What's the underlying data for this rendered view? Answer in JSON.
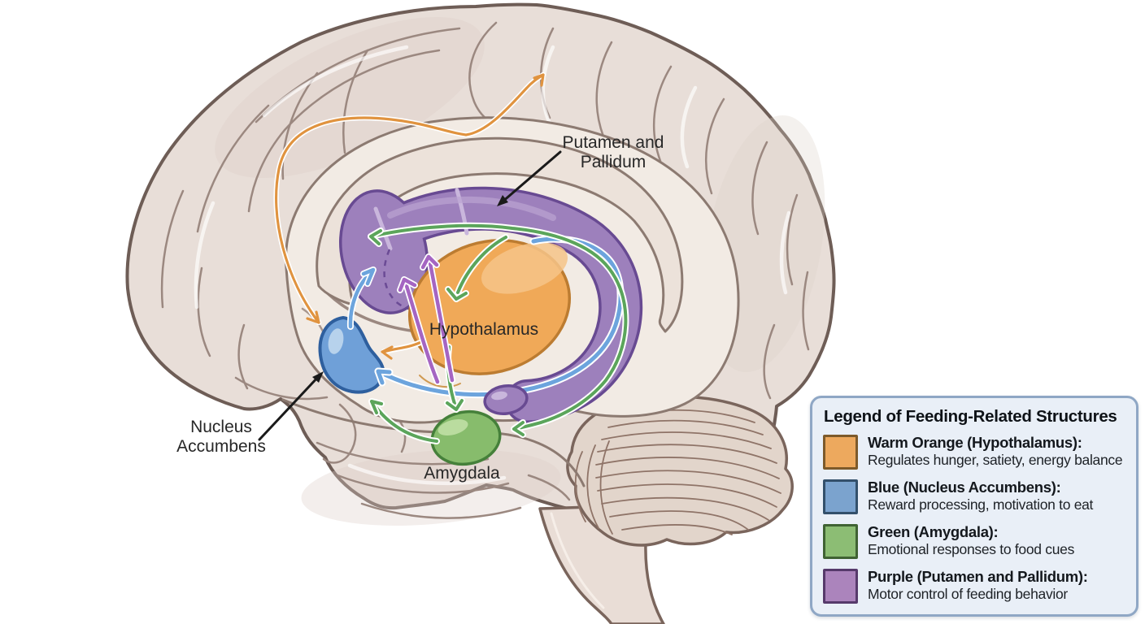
{
  "diagram": {
    "labels": {
      "putamen_pallidum": {
        "line1": "Putamen and",
        "line2": "Pallidum"
      },
      "hypothalamus": "Hypothalamus",
      "nucleus_accumbens": {
        "line1": "Nucleus",
        "line2": "Accumbens"
      },
      "amygdala": "Amygdala"
    },
    "structure_colors": {
      "hypothalamus": "#f0a958",
      "nucleus_accumbens": "#6fa0d8",
      "amygdala": "#87bc6c",
      "putamen_pallidum": "#9d80bc"
    },
    "arrow_colors": {
      "orange": "#e0933f",
      "blue": "#6ca4dd",
      "green": "#5ba55b",
      "purple": "#a565c2",
      "black": "#1a1a1a"
    }
  },
  "legend": {
    "title": "Legend of Feeding-Related Structures",
    "entries": [
      {
        "name": "Warm Orange (Hypothalamus):",
        "desc": "Regulates hunger, satiety, energy balance",
        "color": "#eda95e",
        "border": "#7d5a2a"
      },
      {
        "name": "Blue (Nucleus Accumbens):",
        "desc": "Reward processing, motivation to eat",
        "color": "#7ba3ce",
        "border": "#33506b"
      },
      {
        "name": "Green (Amygdala):",
        "desc": "Emotional responses to food cues",
        "color": "#8cbd74",
        "border": "#3f6233"
      },
      {
        "name": "Purple (Putamen and Pallidum):",
        "desc": "Motor control of feeding behavior",
        "color": "#ab84bc",
        "border": "#563a6b"
      }
    ]
  }
}
